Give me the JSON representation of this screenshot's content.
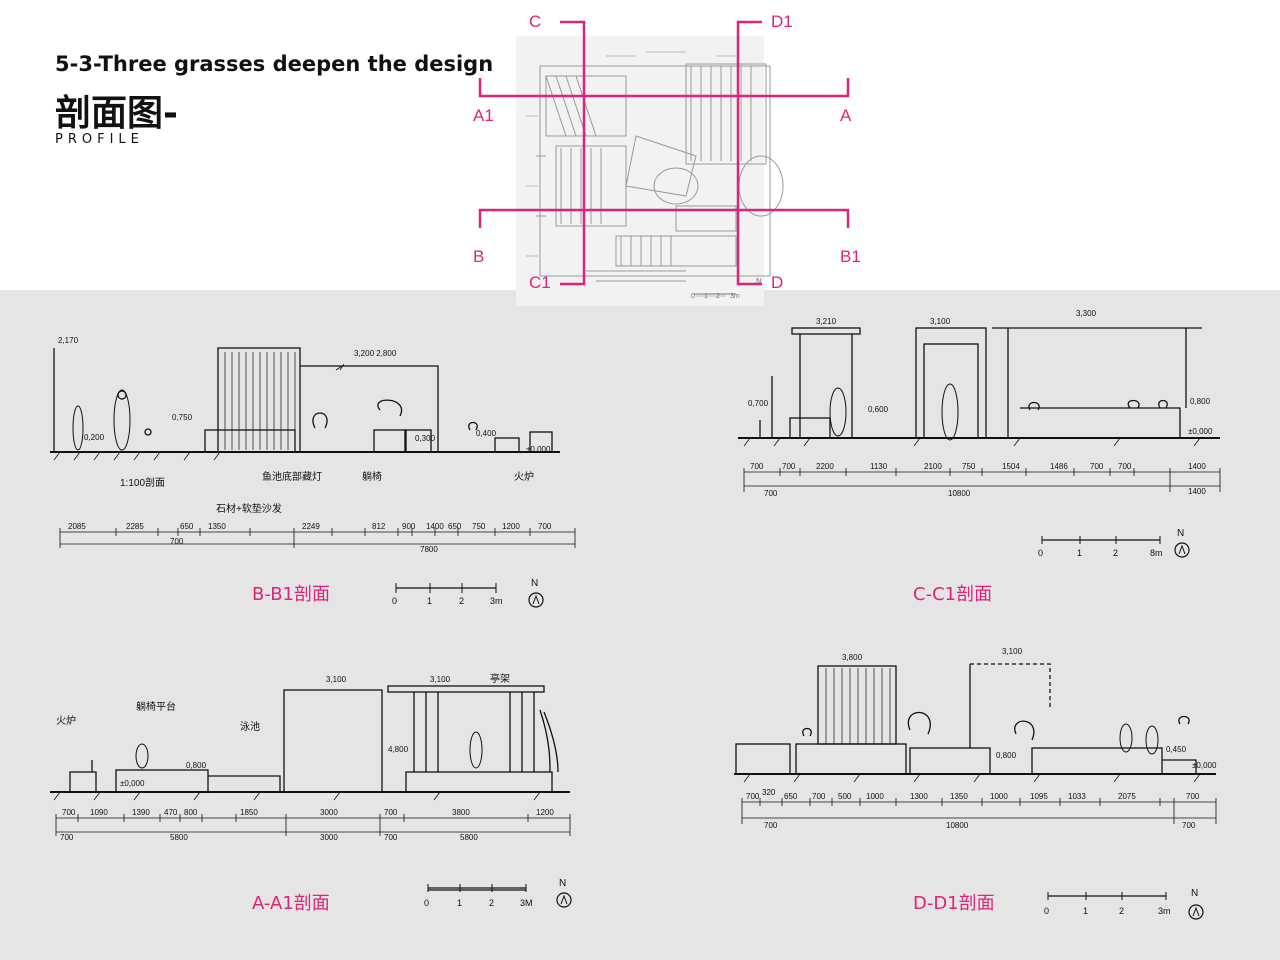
{
  "header": {
    "title_en": "5-3-Three grasses deepen the design",
    "title_cn": "剖面图-",
    "subtitle": "PROFILE"
  },
  "key_plan": {
    "marks": {
      "c": "C",
      "d1": "D1",
      "a1": "A1",
      "a": "A",
      "b": "B",
      "b1": "B1",
      "c1": "C1",
      "d": "D"
    },
    "scale_ticks": [
      "0",
      "1",
      "2",
      "3m"
    ],
    "north": "N"
  },
  "sections": {
    "bb1": {
      "caption": "B-B1剖面",
      "notes": [
        "2,170",
        "0,200",
        "0,750",
        "3,200 2,800",
        "0,300",
        "0,400",
        "±0,000",
        "1:100剖面",
        "石材+软垫沙发",
        "鱼池底部藏灯",
        "躺椅",
        "火炉"
      ],
      "dims_row1": [
        "2085",
        "2285",
        "650",
        "1350",
        "2249",
        "812",
        "900",
        "1400",
        "650",
        "750",
        "1200",
        "700"
      ],
      "dims_row2": [
        "700",
        "7800"
      ],
      "scale_ticks": [
        "0",
        "1",
        "2",
        "3m"
      ],
      "north": "N"
    },
    "cc1": {
      "caption": "C-C1剖面",
      "notes": [
        "3,210",
        "3,100",
        "3,300",
        "0,700",
        "0,600",
        "0,800",
        "±0,000"
      ],
      "dims_row1": [
        "700",
        "700",
        "2200",
        "1130",
        "2100",
        "750",
        "1504",
        "1486",
        "700",
        "700",
        "1400"
      ],
      "dims_row2": [
        "700",
        "10800",
        "1400"
      ],
      "scale_ticks": [
        "0",
        "1",
        "2",
        "8m"
      ],
      "north": "N"
    },
    "aa1": {
      "caption": "A-A1剖面",
      "notes": [
        "火炉",
        "躺椅平台",
        "泳池",
        "3,100",
        "3,100",
        "0,800",
        "±0,000",
        "4,800",
        "亭架"
      ],
      "dims_row1": [
        "700",
        "1090",
        "1390",
        "470",
        "800",
        "1850",
        "3000",
        "700",
        "3800",
        "1200"
      ],
      "dims_row2": [
        "700",
        "5800",
        "3000",
        "700",
        "5800"
      ],
      "scale_ticks": [
        "0",
        "1",
        "2",
        "3M"
      ],
      "north": "N"
    },
    "dd1": {
      "caption": "D-D1剖面",
      "notes": [
        "3,800",
        "3,100",
        "0,800",
        "0,450",
        "±0,000"
      ],
      "dims_row1": [
        "700",
        "320",
        "650",
        "700",
        "500",
        "1000",
        "1300",
        "1350",
        "1000",
        "1095",
        "1033",
        "2075",
        "700"
      ],
      "dims_row2": [
        "700",
        "10800",
        "700"
      ],
      "scale_ticks": [
        "0",
        "1",
        "2",
        "3m"
      ],
      "north": "N"
    }
  }
}
